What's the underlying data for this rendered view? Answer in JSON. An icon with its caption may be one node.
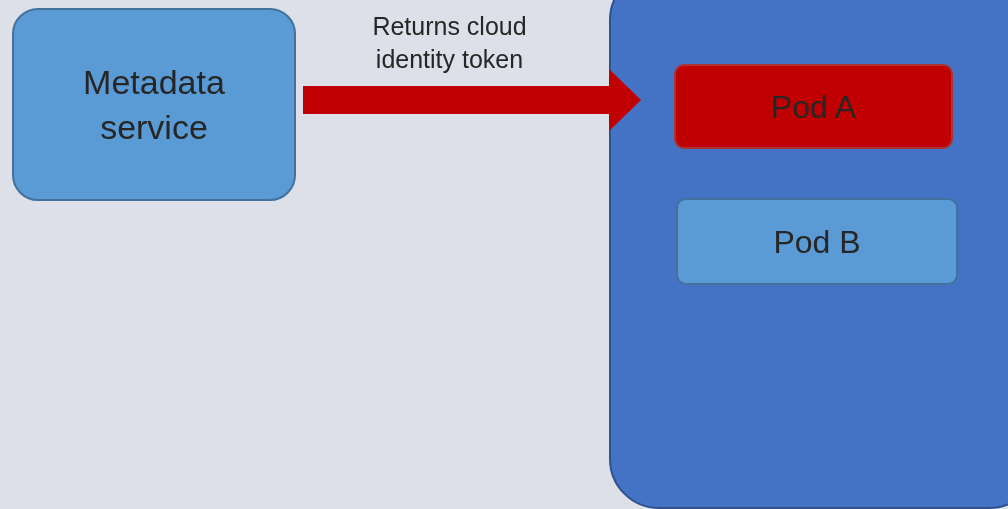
{
  "diagram": {
    "nodes": [
      {
        "text": [
          "Metadata service"
        ]
      },
      {
        "text": [],
        "shape": "box"
      },
      {
        "text": [
          "Pod A"
        ],
        "in": 1
      },
      {
        "text": [
          "Pod B"
        ],
        "in": 1
      }
    ],
    "edges": [
      {
        "from": 0,
        "to": 1,
        "arrow": "to",
        "label": "Returns cloud identity token",
        "color": "#c00000"
      }
    ]
  }
}
